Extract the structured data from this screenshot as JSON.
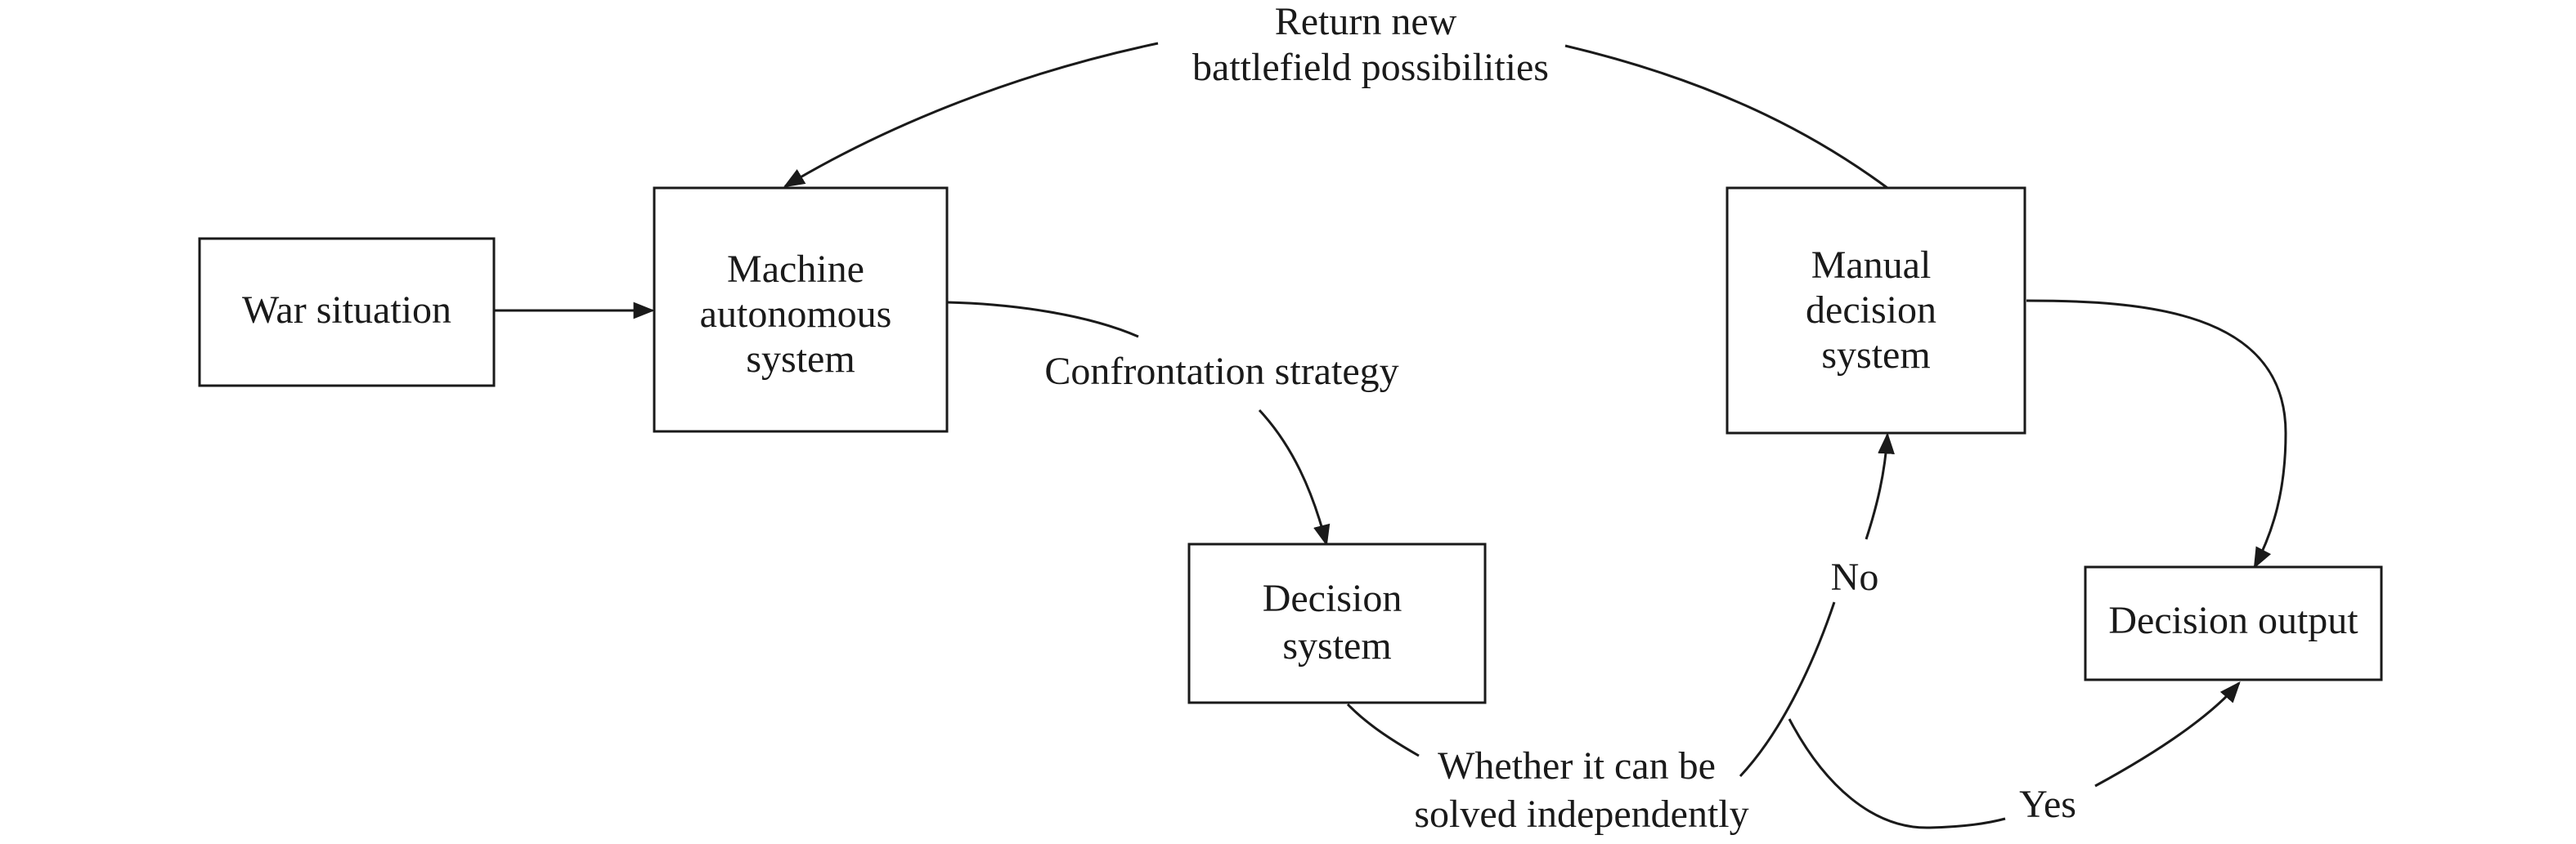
{
  "nodes": {
    "war_situation": [
      "War situation"
    ],
    "machine_autonomous_system": [
      "Machine",
      "autonomous",
      "system"
    ],
    "decision_system": [
      "Decision",
      "system"
    ],
    "manual_decision_system": [
      "Manual",
      "decision",
      "system"
    ],
    "decision_output": [
      "Decision output"
    ]
  },
  "edge_labels": {
    "return_new": [
      "Return new",
      "battlefield possibilities"
    ],
    "confrontation_strategy": [
      "Confrontation strategy"
    ],
    "whether_solved": [
      "Whether it can be",
      "solved independently"
    ],
    "no": [
      "No"
    ],
    "yes": [
      "Yes"
    ]
  },
  "colors": {
    "stroke": "#1a1a1a",
    "background": "#ffffff"
  }
}
